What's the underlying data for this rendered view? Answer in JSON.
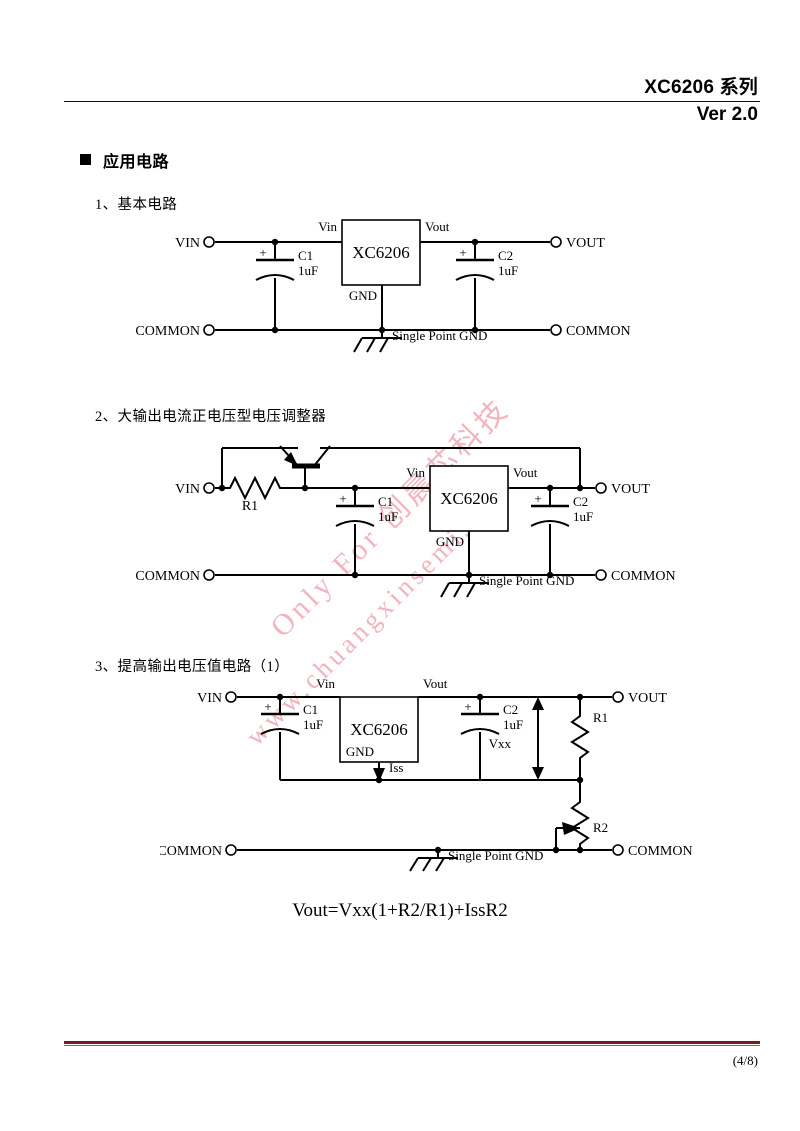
{
  "header": {
    "title_part": "XC6206",
    "title_series": "系列",
    "version": "Ver 2.0"
  },
  "section": {
    "bullet_title": "应用电路",
    "items": [
      {
        "label": "1、基本电路"
      },
      {
        "label": "2、大输出电流正电压型电压调整器"
      },
      {
        "label": "3、提高输出电压值电路（1）"
      }
    ]
  },
  "formula": "Vout=Vxx(1+R2/R1)+IssR2",
  "footer": {
    "page": "(4/8)"
  },
  "watermark": {
    "line1": "Only For 创晨芯科技",
    "line2": "www.chuangxinsemi.xin",
    "color": "#f2b4bd"
  },
  "circuits": [
    {
      "id": "basic-circuit",
      "ic": "XC6206",
      "labels": {
        "vin_terminal": "VIN",
        "vout_terminal": "VOUT",
        "common_left": "COMMON",
        "common_right": "COMMON",
        "pin_vin": "Vin",
        "pin_vout": "Vout",
        "pin_gnd": "GND",
        "c1_name": "C1",
        "c1_value": "1uF",
        "c2_name": "C2",
        "c2_value": "1uF",
        "cap_polarity": "+",
        "gnd_note": "Single Point GND"
      }
    },
    {
      "id": "high-current-regulator-circuit",
      "ic": "XC6206",
      "labels": {
        "vin_terminal": "VIN",
        "vout_terminal": "VOUT",
        "common_left": "COMMON",
        "common_right": "COMMON",
        "pin_vin": "Vin",
        "pin_vout": "Vout",
        "pin_gnd": "GND",
        "r1": "R1",
        "c1_name": "C1",
        "c1_value": "1uF",
        "c2_name": "C2",
        "c2_value": "1uF",
        "cap_polarity": "+",
        "gnd_note": "Single Point GND"
      }
    },
    {
      "id": "boosted-output-voltage-circuit",
      "ic": "XC6206",
      "labels": {
        "vin_terminal": "VIN",
        "vout_terminal": "VOUT",
        "common_left": "COMMON",
        "common_right": "COMMON",
        "pin_vin": "Vin",
        "pin_vout": "Vout",
        "pin_gnd": "GND",
        "iss": "Iss",
        "vxx": "Vxx",
        "r1": "R1",
        "r2": "R2",
        "c1_name": "C1",
        "c1_value": "1uF",
        "c2_name": "C2",
        "c2_value": "1uF",
        "cap_polarity": "+",
        "gnd_note": "Single Point GND"
      }
    }
  ]
}
